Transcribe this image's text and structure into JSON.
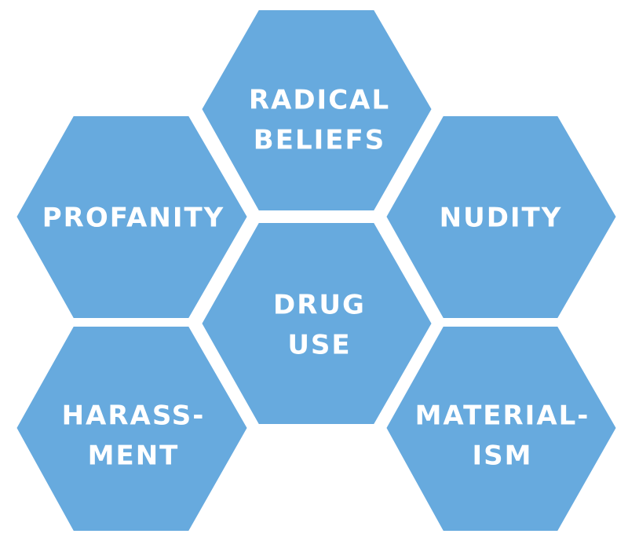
{
  "colors": {
    "hex_fill": "#67aade",
    "label": "#ffffff",
    "background": "#ffffff"
  },
  "hexagons": [
    {
      "id": "radical-beliefs",
      "lines": [
        "RADICAL",
        "BELIEFS"
      ]
    },
    {
      "id": "profanity",
      "lines": [
        "PROFANITY"
      ]
    },
    {
      "id": "nudity",
      "lines": [
        "NUDITY"
      ]
    },
    {
      "id": "drug-use",
      "lines": [
        "DRUG",
        "USE"
      ]
    },
    {
      "id": "harassment",
      "lines": [
        "HARASS-",
        "MENT"
      ]
    },
    {
      "id": "materialism",
      "lines": [
        "MATERIAL-",
        "ISM"
      ]
    }
  ]
}
